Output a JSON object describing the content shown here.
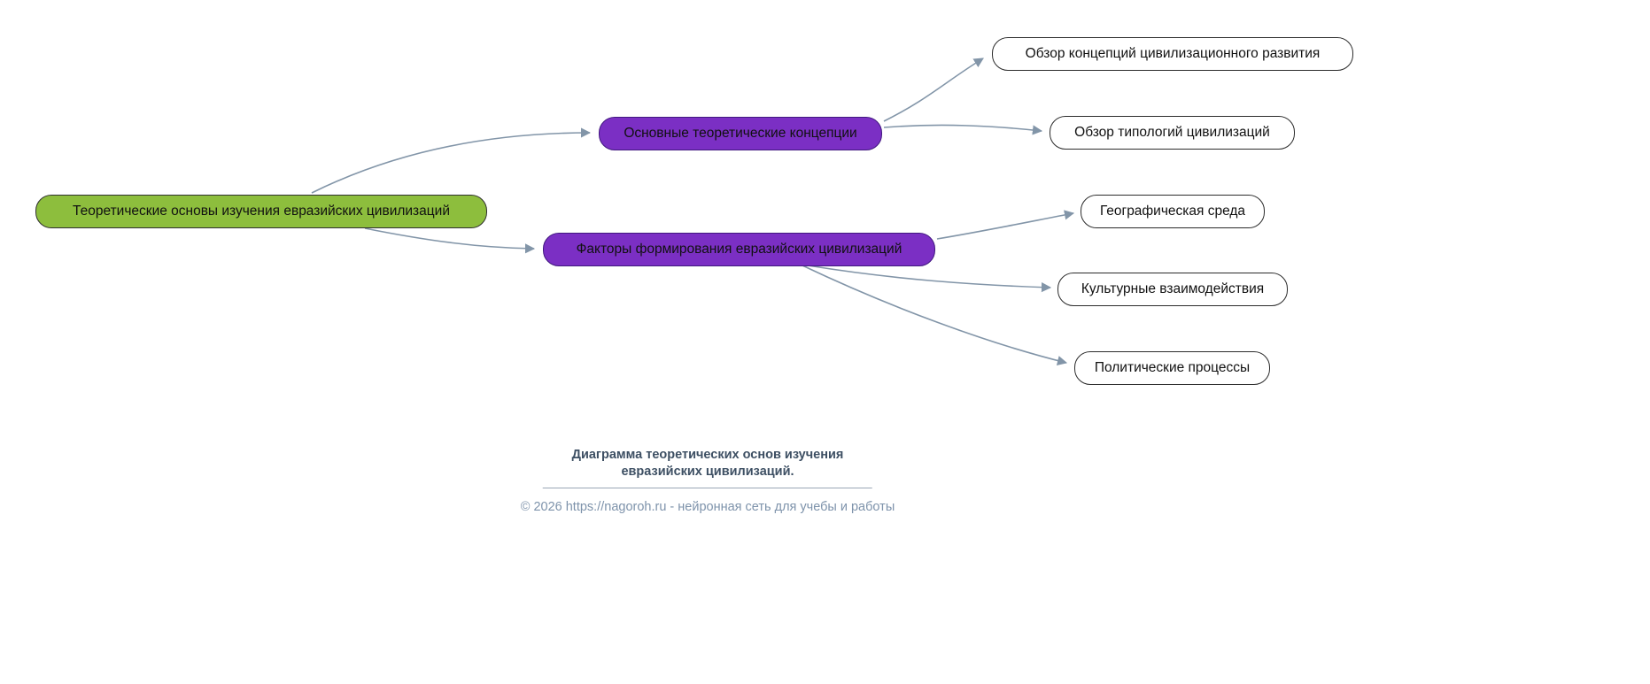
{
  "diagram": {
    "root": {
      "label": "Теоретические основы изучения евразийских цивилизаций"
    },
    "branches": [
      {
        "label": "Основные теоретические концепции",
        "children": [
          {
            "label": "Обзор концепций цивилизационного развития"
          },
          {
            "label": "Обзор типологий цивилизаций"
          }
        ]
      },
      {
        "label": "Факторы формирования евразийских цивилизаций",
        "children": [
          {
            "label": "Географическая среда"
          },
          {
            "label": "Культурные взаимодействия"
          },
          {
            "label": "Политические процессы"
          }
        ]
      }
    ],
    "colors": {
      "root_fill": "#8DBE3D",
      "root_border": "#2f2f2f",
      "branch_fill": "#7B2FC4",
      "branch_border": "#41197F",
      "leaf_fill": "#FFFFFF",
      "leaf_border": "#2b2b2b",
      "edge": "#8295A8",
      "node_text": "#111111",
      "caption_text": "#3d4f63",
      "footer_text": "#7e93ab"
    }
  },
  "caption": {
    "line1": "Диаграмма теоретических основ изучения",
    "line2": "евразийских цивилизаций.",
    "footer": "© 2026 https://nagoroh.ru - нейронная сеть для учебы и работы"
  }
}
